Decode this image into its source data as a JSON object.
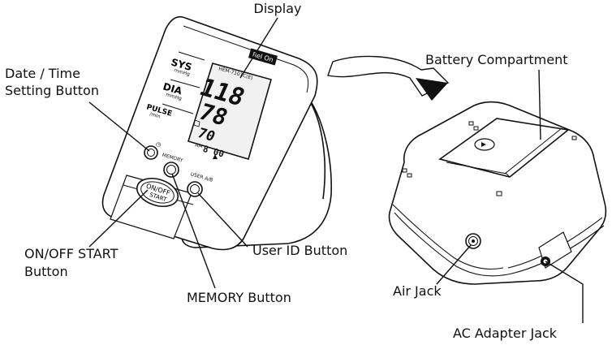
{
  "callouts": {
    "display": "Display",
    "date_time_line1": "Date / Time",
    "date_time_line2": "Setting Button",
    "on_off_line1": "ON/OFF START",
    "on_off_line2": "Button",
    "memory": "MEMORY Button",
    "user_id": "User ID Button",
    "battery": "Battery Compartment",
    "air_jack": "Air Jack",
    "ac_adapter": "AC Adapter Jack"
  },
  "device": {
    "brand": "Rel On",
    "model": "HEM-7101C(E)",
    "sys_label": "SYS",
    "sys_unit": "mmHg",
    "dia_label": "DIA",
    "dia_unit": "mmHg",
    "pulse_label": "PULSE",
    "pulse_unit": "/min",
    "memory_key": "MEMORY",
    "user_key": "USER A/B",
    "on_off_key_line1": "ON/OFF",
    "on_off_key_line2": "START",
    "sys_reading": "118",
    "dia_reading": "78",
    "pulse_reading": "70",
    "am_label": "AM",
    "time_reading": "8 00"
  },
  "colors": {
    "line": "#111111",
    "fill": "#ffffff",
    "shade": "#dddddd",
    "screen": "#f1f1f1"
  }
}
